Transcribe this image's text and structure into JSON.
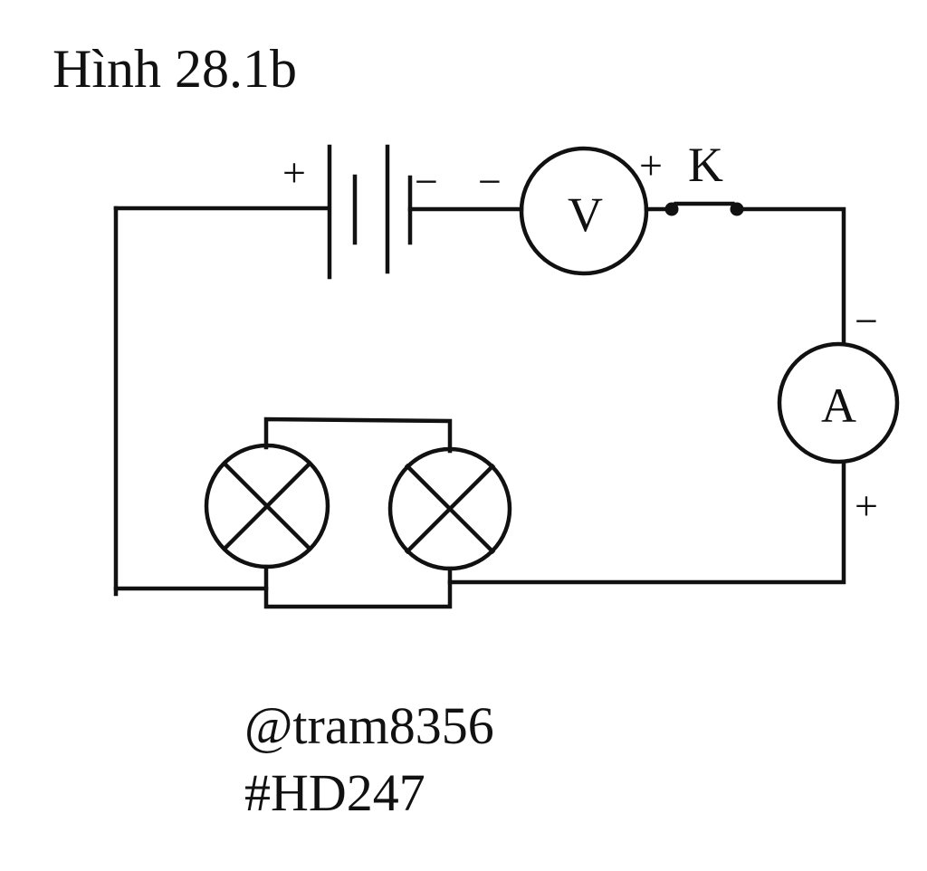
{
  "figure": {
    "title": "Hình 28.1b"
  },
  "circuit": {
    "battery": {
      "plus_sign": "+",
      "minus_sign": "−"
    },
    "voltmeter": {
      "letter": "V",
      "minus_sign": "−",
      "plus_sign": "+"
    },
    "switch": {
      "letter": "K"
    },
    "ammeter": {
      "letter": "A",
      "minus_sign": "−",
      "plus_sign": "+"
    },
    "lamps": {
      "count": 2,
      "icon": "lamp-cross-circle"
    }
  },
  "watermark": {
    "user": "@tram8356",
    "tag": "#HD247"
  },
  "colors": {
    "ink": "#111111",
    "background": "#ffffff"
  }
}
